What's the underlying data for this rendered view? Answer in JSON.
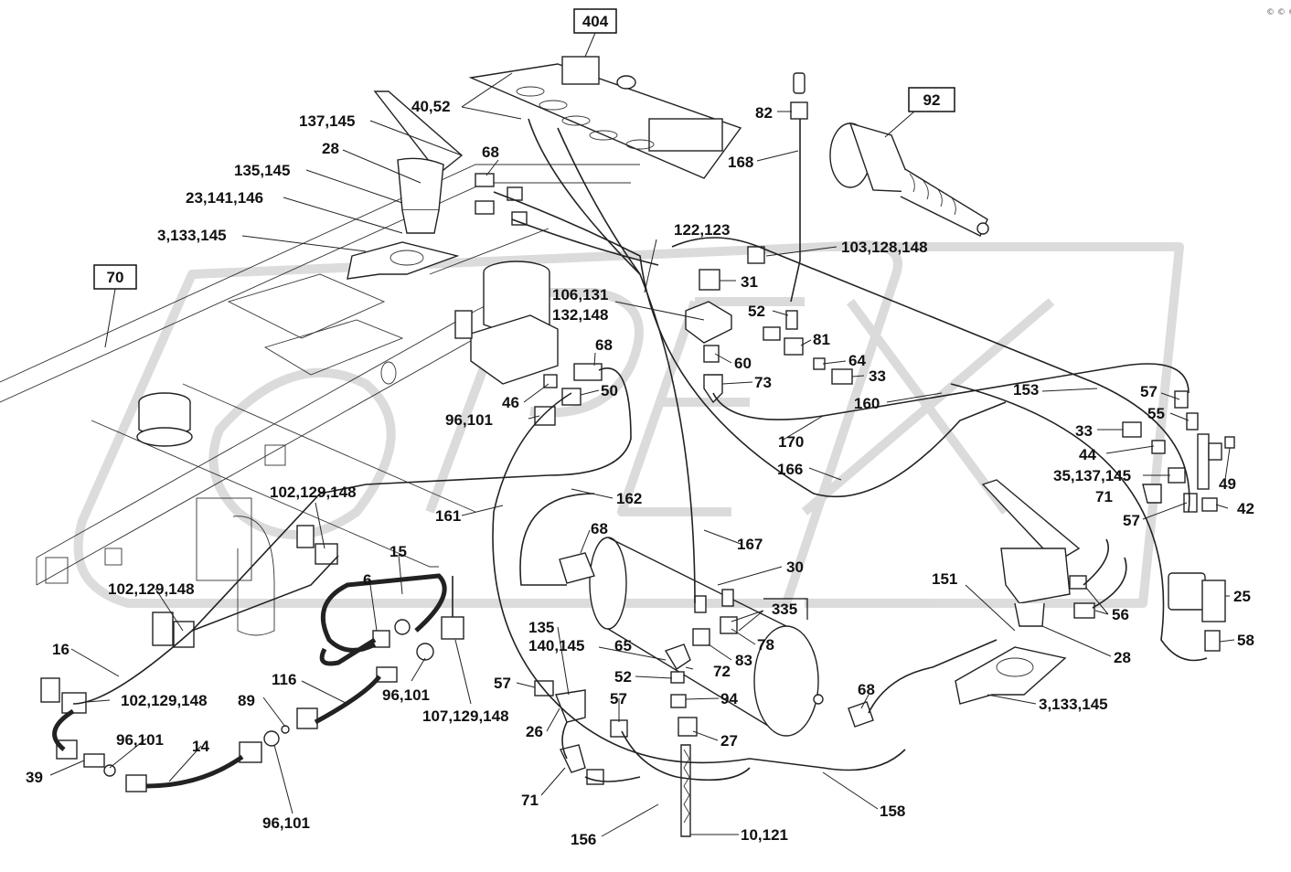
{
  "diagram": {
    "corner_mark": "© © ©",
    "watermark": "OPEX",
    "boxed_labels": [
      "404",
      "92",
      "70",
      "335"
    ],
    "callouts": [
      "40,52",
      "137,145",
      "28",
      "68",
      "135,145",
      "23,141,146",
      "3,133,145",
      "82",
      "168",
      "122,123",
      "103,128,148",
      "31",
      "106,131",
      "132,148",
      "52",
      "81",
      "64",
      "33",
      "60",
      "73",
      "68",
      "50",
      "46",
      "96,101",
      "160",
      "153",
      "57",
      "55",
      "33",
      "44",
      "35,137,145",
      "71",
      "49",
      "42",
      "57",
      "170",
      "166",
      "161",
      "162",
      "102,129,148",
      "15",
      "6",
      "102,129,148",
      "16",
      "102,129,148",
      "116",
      "89",
      "96,101",
      "107,129,148",
      "96,101",
      "14",
      "39",
      "96,101",
      "68",
      "167",
      "30",
      "135",
      "140,145",
      "65",
      "52",
      "57",
      "26",
      "57",
      "71",
      "156",
      "78",
      "83",
      "72",
      "94",
      "27",
      "10,121",
      "158",
      "68",
      "151",
      "56",
      "25",
      "58",
      "28",
      "3,133,145"
    ]
  }
}
